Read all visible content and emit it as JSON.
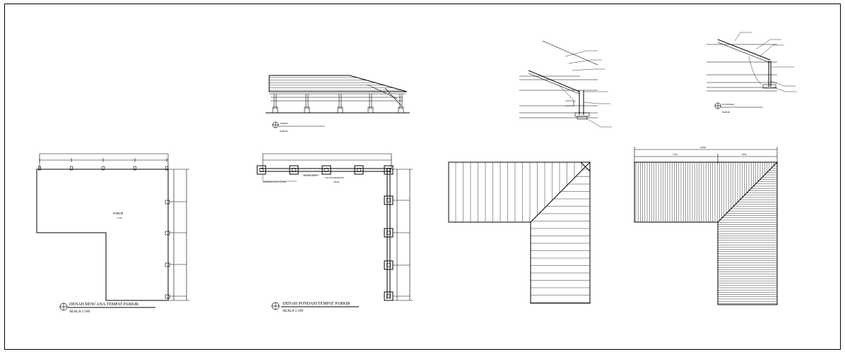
{
  "plans": {
    "site_plan": {
      "title": "DENAH RENCANA TEMPAT PARKIR",
      "scale": "SKALA 1:100",
      "room_label": "PARKIR"
    },
    "foundation_plan": {
      "title": "DENAH PONDASI TEMPAT PARKIR",
      "scale": "SKALA 1:100",
      "label_footplate": "PONDASI FOOT PLATE",
      "label_sloof": "SLOOF 15/20",
      "label_column": "KOLOM PEDESTAL"
    },
    "elevation": {
      "title": "TAMPAK",
      "subtitle": "PARKIR"
    },
    "detail_section": {
      "title": "POTONGAN",
      "subtitle": "PARKIR"
    },
    "roof_dims": {
      "total": "12840",
      "left": "7735",
      "right": "5105"
    }
  }
}
